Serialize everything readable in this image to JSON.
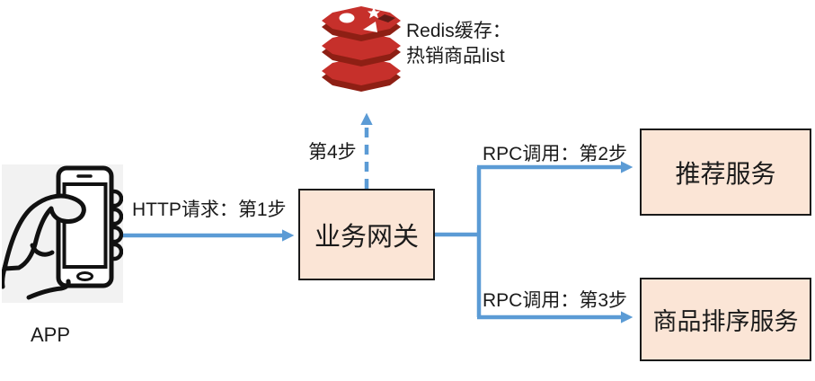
{
  "app": {
    "caption": "APP",
    "icon": "hand-holding-phone-icon"
  },
  "gateway": {
    "label": "业务网关"
  },
  "redis": {
    "icon": "redis-database-icon",
    "line1": "Redis缓存：",
    "line2": "热销商品list"
  },
  "services": [
    {
      "label": "推荐服务"
    },
    {
      "label": "商品排序服务"
    }
  ],
  "edges": {
    "http": {
      "label": "HTTP请求：第1步"
    },
    "cache": {
      "label": "第4步"
    },
    "rpc2": {
      "label": "RPC调用：第2步"
    },
    "rpc3": {
      "label": "RPC调用：第3步"
    }
  },
  "colors": {
    "arrow_blue": "#5B9BD5",
    "box_fill": "#FBE5D6",
    "box_border": "#1A1A1A",
    "redis_red": "#C6302B",
    "redis_dark_red": "#8E1F14",
    "redis_cube": "#621B16",
    "image_bg": "#F2F2F2",
    "text": "#1A1A1A"
  }
}
